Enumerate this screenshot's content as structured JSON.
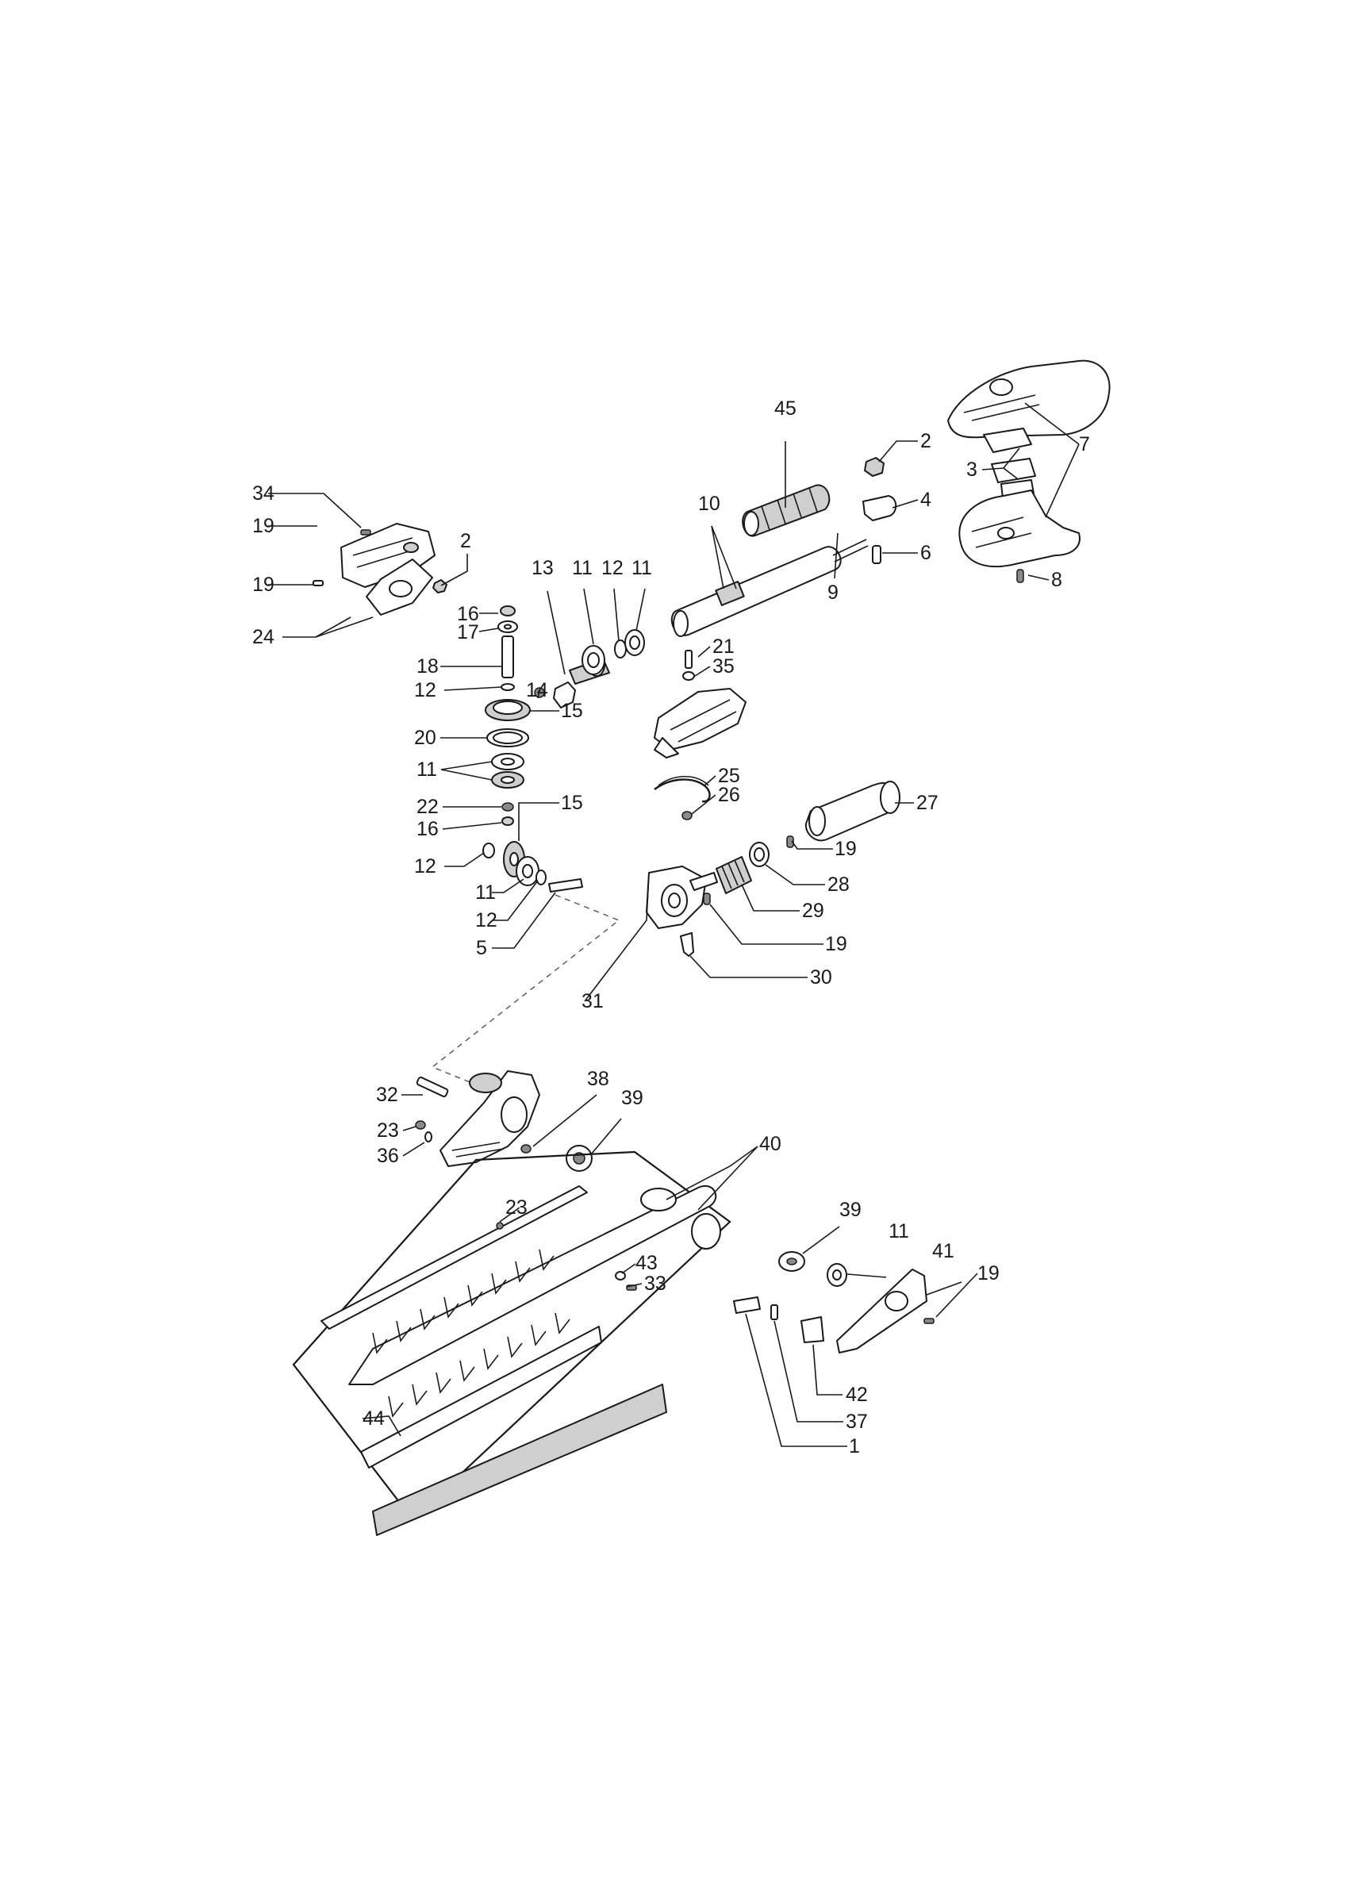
{
  "diagram": {
    "type": "exploded-parts-diagram",
    "callouts": [
      {
        "id": "c1",
        "label": "1"
      },
      {
        "id": "c2a",
        "label": "2"
      },
      {
        "id": "c2b",
        "label": "2"
      },
      {
        "id": "c3",
        "label": "3"
      },
      {
        "id": "c4",
        "label": "4"
      },
      {
        "id": "c5",
        "label": "5"
      },
      {
        "id": "c6",
        "label": "6"
      },
      {
        "id": "c7",
        "label": "7"
      },
      {
        "id": "c8",
        "label": "8"
      },
      {
        "id": "c9",
        "label": "9"
      },
      {
        "id": "c10",
        "label": "10"
      },
      {
        "id": "c11a",
        "label": "11"
      },
      {
        "id": "c11b",
        "label": "11"
      },
      {
        "id": "c11c",
        "label": "11"
      },
      {
        "id": "c11d",
        "label": "11"
      },
      {
        "id": "c11e",
        "label": "11"
      },
      {
        "id": "c12a",
        "label": "12"
      },
      {
        "id": "c12b",
        "label": "12"
      },
      {
        "id": "c12c",
        "label": "12"
      },
      {
        "id": "c12d",
        "label": "12"
      },
      {
        "id": "c13",
        "label": "13"
      },
      {
        "id": "c14",
        "label": "14"
      },
      {
        "id": "c15a",
        "label": "15"
      },
      {
        "id": "c15b",
        "label": "15"
      },
      {
        "id": "c16a",
        "label": "16"
      },
      {
        "id": "c16b",
        "label": "16"
      },
      {
        "id": "c17",
        "label": "17"
      },
      {
        "id": "c18",
        "label": "18"
      },
      {
        "id": "c19a",
        "label": "19"
      },
      {
        "id": "c19b",
        "label": "19"
      },
      {
        "id": "c19c",
        "label": "19"
      },
      {
        "id": "c19d",
        "label": "19"
      },
      {
        "id": "c19e",
        "label": "19"
      },
      {
        "id": "c20",
        "label": "20"
      },
      {
        "id": "c21",
        "label": "21"
      },
      {
        "id": "c22",
        "label": "22"
      },
      {
        "id": "c23a",
        "label": "23"
      },
      {
        "id": "c23b",
        "label": "23"
      },
      {
        "id": "c24",
        "label": "24"
      },
      {
        "id": "c25",
        "label": "25"
      },
      {
        "id": "c26",
        "label": "26"
      },
      {
        "id": "c27",
        "label": "27"
      },
      {
        "id": "c28",
        "label": "28"
      },
      {
        "id": "c29",
        "label": "29"
      },
      {
        "id": "c30",
        "label": "30"
      },
      {
        "id": "c31",
        "label": "31"
      },
      {
        "id": "c32",
        "label": "32"
      },
      {
        "id": "c33",
        "label": "33"
      },
      {
        "id": "c34",
        "label": "34"
      },
      {
        "id": "c35",
        "label": "35"
      },
      {
        "id": "c36",
        "label": "36"
      },
      {
        "id": "c37",
        "label": "37"
      },
      {
        "id": "c38",
        "label": "38"
      },
      {
        "id": "c39a",
        "label": "39"
      },
      {
        "id": "c39b",
        "label": "39"
      },
      {
        "id": "c40",
        "label": "40"
      },
      {
        "id": "c41",
        "label": "41"
      },
      {
        "id": "c42",
        "label": "42"
      },
      {
        "id": "c43",
        "label": "43"
      },
      {
        "id": "c44",
        "label": "44"
      },
      {
        "id": "c45",
        "label": "45"
      }
    ]
  }
}
